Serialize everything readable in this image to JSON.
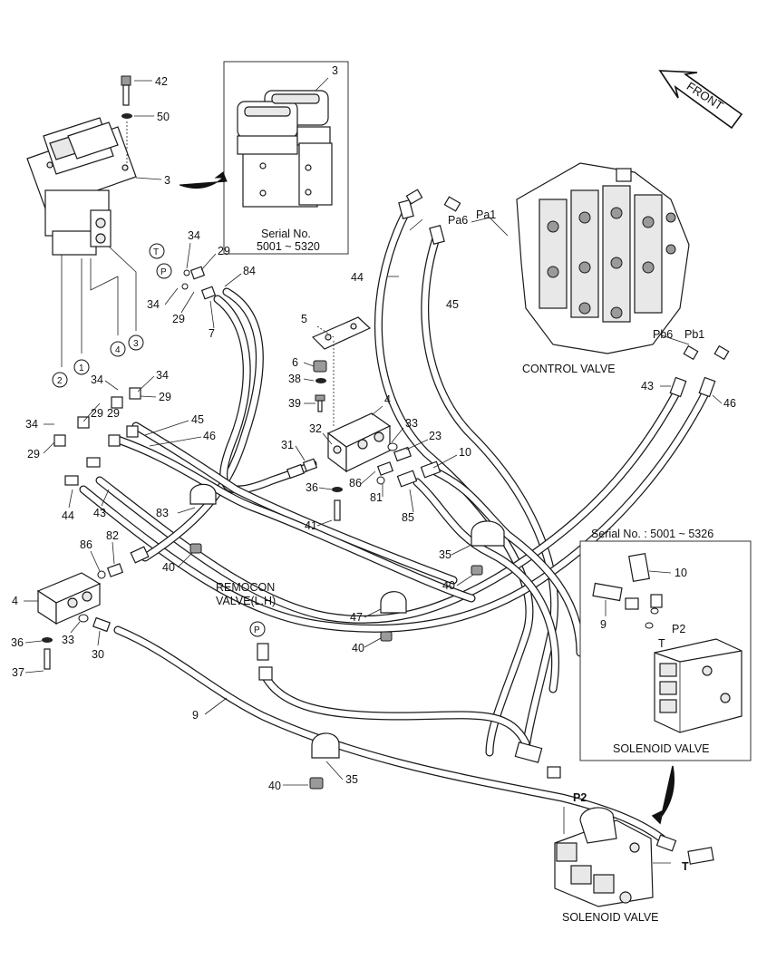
{
  "inset_top": {
    "serial_label": "Serial No.",
    "serial_range": "5001 ~ 5320",
    "part_number": "3"
  },
  "inset_right": {
    "serial_label": "Serial No. : 5001 ~ 5326",
    "caption": "SOLENOID VALVE",
    "port_p2": "P2",
    "port_t": "T",
    "callouts": [
      "10",
      "9"
    ]
  },
  "front_label": "FRONT",
  "component_captions": {
    "control_valve": "CONTROL VALVE",
    "solenoid_valve": "SOLENOID VALVE",
    "remocon_line1": "REMOCON",
    "remocon_line2": "VALVE(L.H)"
  },
  "port_labels": {
    "pa6": "Pa6",
    "pa1": "Pa1",
    "pb6": "Pb6",
    "pb1": "Pb1",
    "p2": "P2",
    "t": "T"
  },
  "circle_markers": {
    "t": "T",
    "p_upper": "P",
    "p_lower": "P",
    "m1": "1",
    "m2": "2",
    "m3": "3",
    "m4": "4"
  },
  "callouts": [
    "42",
    "50",
    "3",
    "34",
    "29",
    "84",
    "34",
    "29",
    "7",
    "34",
    "29",
    "34",
    "29",
    "29",
    "34",
    "29",
    "45",
    "46",
    "44",
    "43",
    "83",
    "44",
    "45",
    "5",
    "6",
    "38",
    "39",
    "4",
    "32",
    "33",
    "23",
    "31",
    "10",
    "86",
    "81",
    "36",
    "85",
    "41",
    "43",
    "46",
    "35",
    "40",
    "40",
    "82",
    "86",
    "4",
    "33",
    "30",
    "36",
    "37",
    "40",
    "47",
    "9",
    "40",
    "35"
  ]
}
